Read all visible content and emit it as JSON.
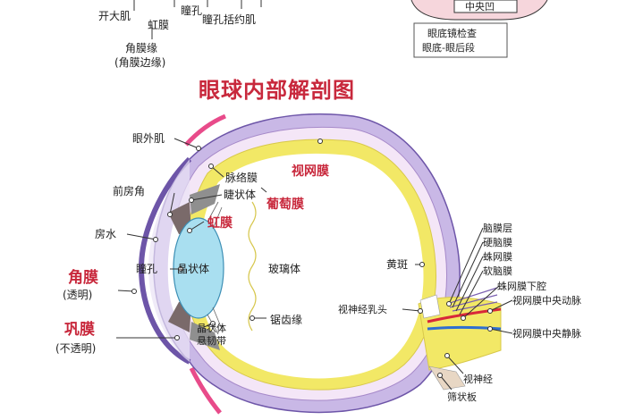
{
  "title": "眼球内部解剖图",
  "top": {
    "kaida": "开大肌",
    "hongmo": "虹膜",
    "tongkong": "瞳孔",
    "kuoyue": "瞳孔括约肌",
    "jiaomoyuan1": "角膜缘",
    "jiaomoyuan2": "(角膜边缘)"
  },
  "box": {
    "center": "中央凹",
    "line1": "眼底镜检查",
    "line2": "眼底-眼后段"
  },
  "labels": {
    "yanwaiji": "眼外肌",
    "maiiluomo": "脉络膜",
    "jiezhuangti": "睫状体",
    "shiwangmo": "视网膜",
    "putaomo": "葡萄膜",
    "qianfangjiao": "前房角",
    "hongmo": "虹膜",
    "fangshui": "房水",
    "tongkong": "瞳孔",
    "jingzhuangti": "晶状体",
    "boliti": "玻璃体",
    "juchiyuan": "锯齿缘",
    "jiaomo": "角膜",
    "jiaomo_note": "(透明)",
    "gongmo": "巩膜",
    "gongmo_note": "(不透明)",
    "jingzhuang_xuandai1": "晶状体",
    "jingzhuang_xuandai2": "悬韧带",
    "huangban": "黄斑",
    "shishenjing_rutou": "视神经乳头",
    "naomoceng": "脑膜层",
    "yingnaomo": "硬脑膜",
    "zhuwangmo": "蛛网膜",
    "ruannaomo": "软脑膜",
    "zhuwangmoxiaqiang": "蛛网膜下腔",
    "dongmai": "视网膜中央动脉",
    "jingmai": "视网膜中央静脉",
    "shishenjing": "视神经",
    "shaizhuangban": "筛状板"
  },
  "colors": {
    "accent_red": "#c8283c",
    "sclera": "#c9b8e6",
    "choroid": "#f4e6f7",
    "retina": "#f2e866",
    "lens": "#a9dff0",
    "artery": "#d8283a",
    "vein": "#2f6fd0"
  }
}
